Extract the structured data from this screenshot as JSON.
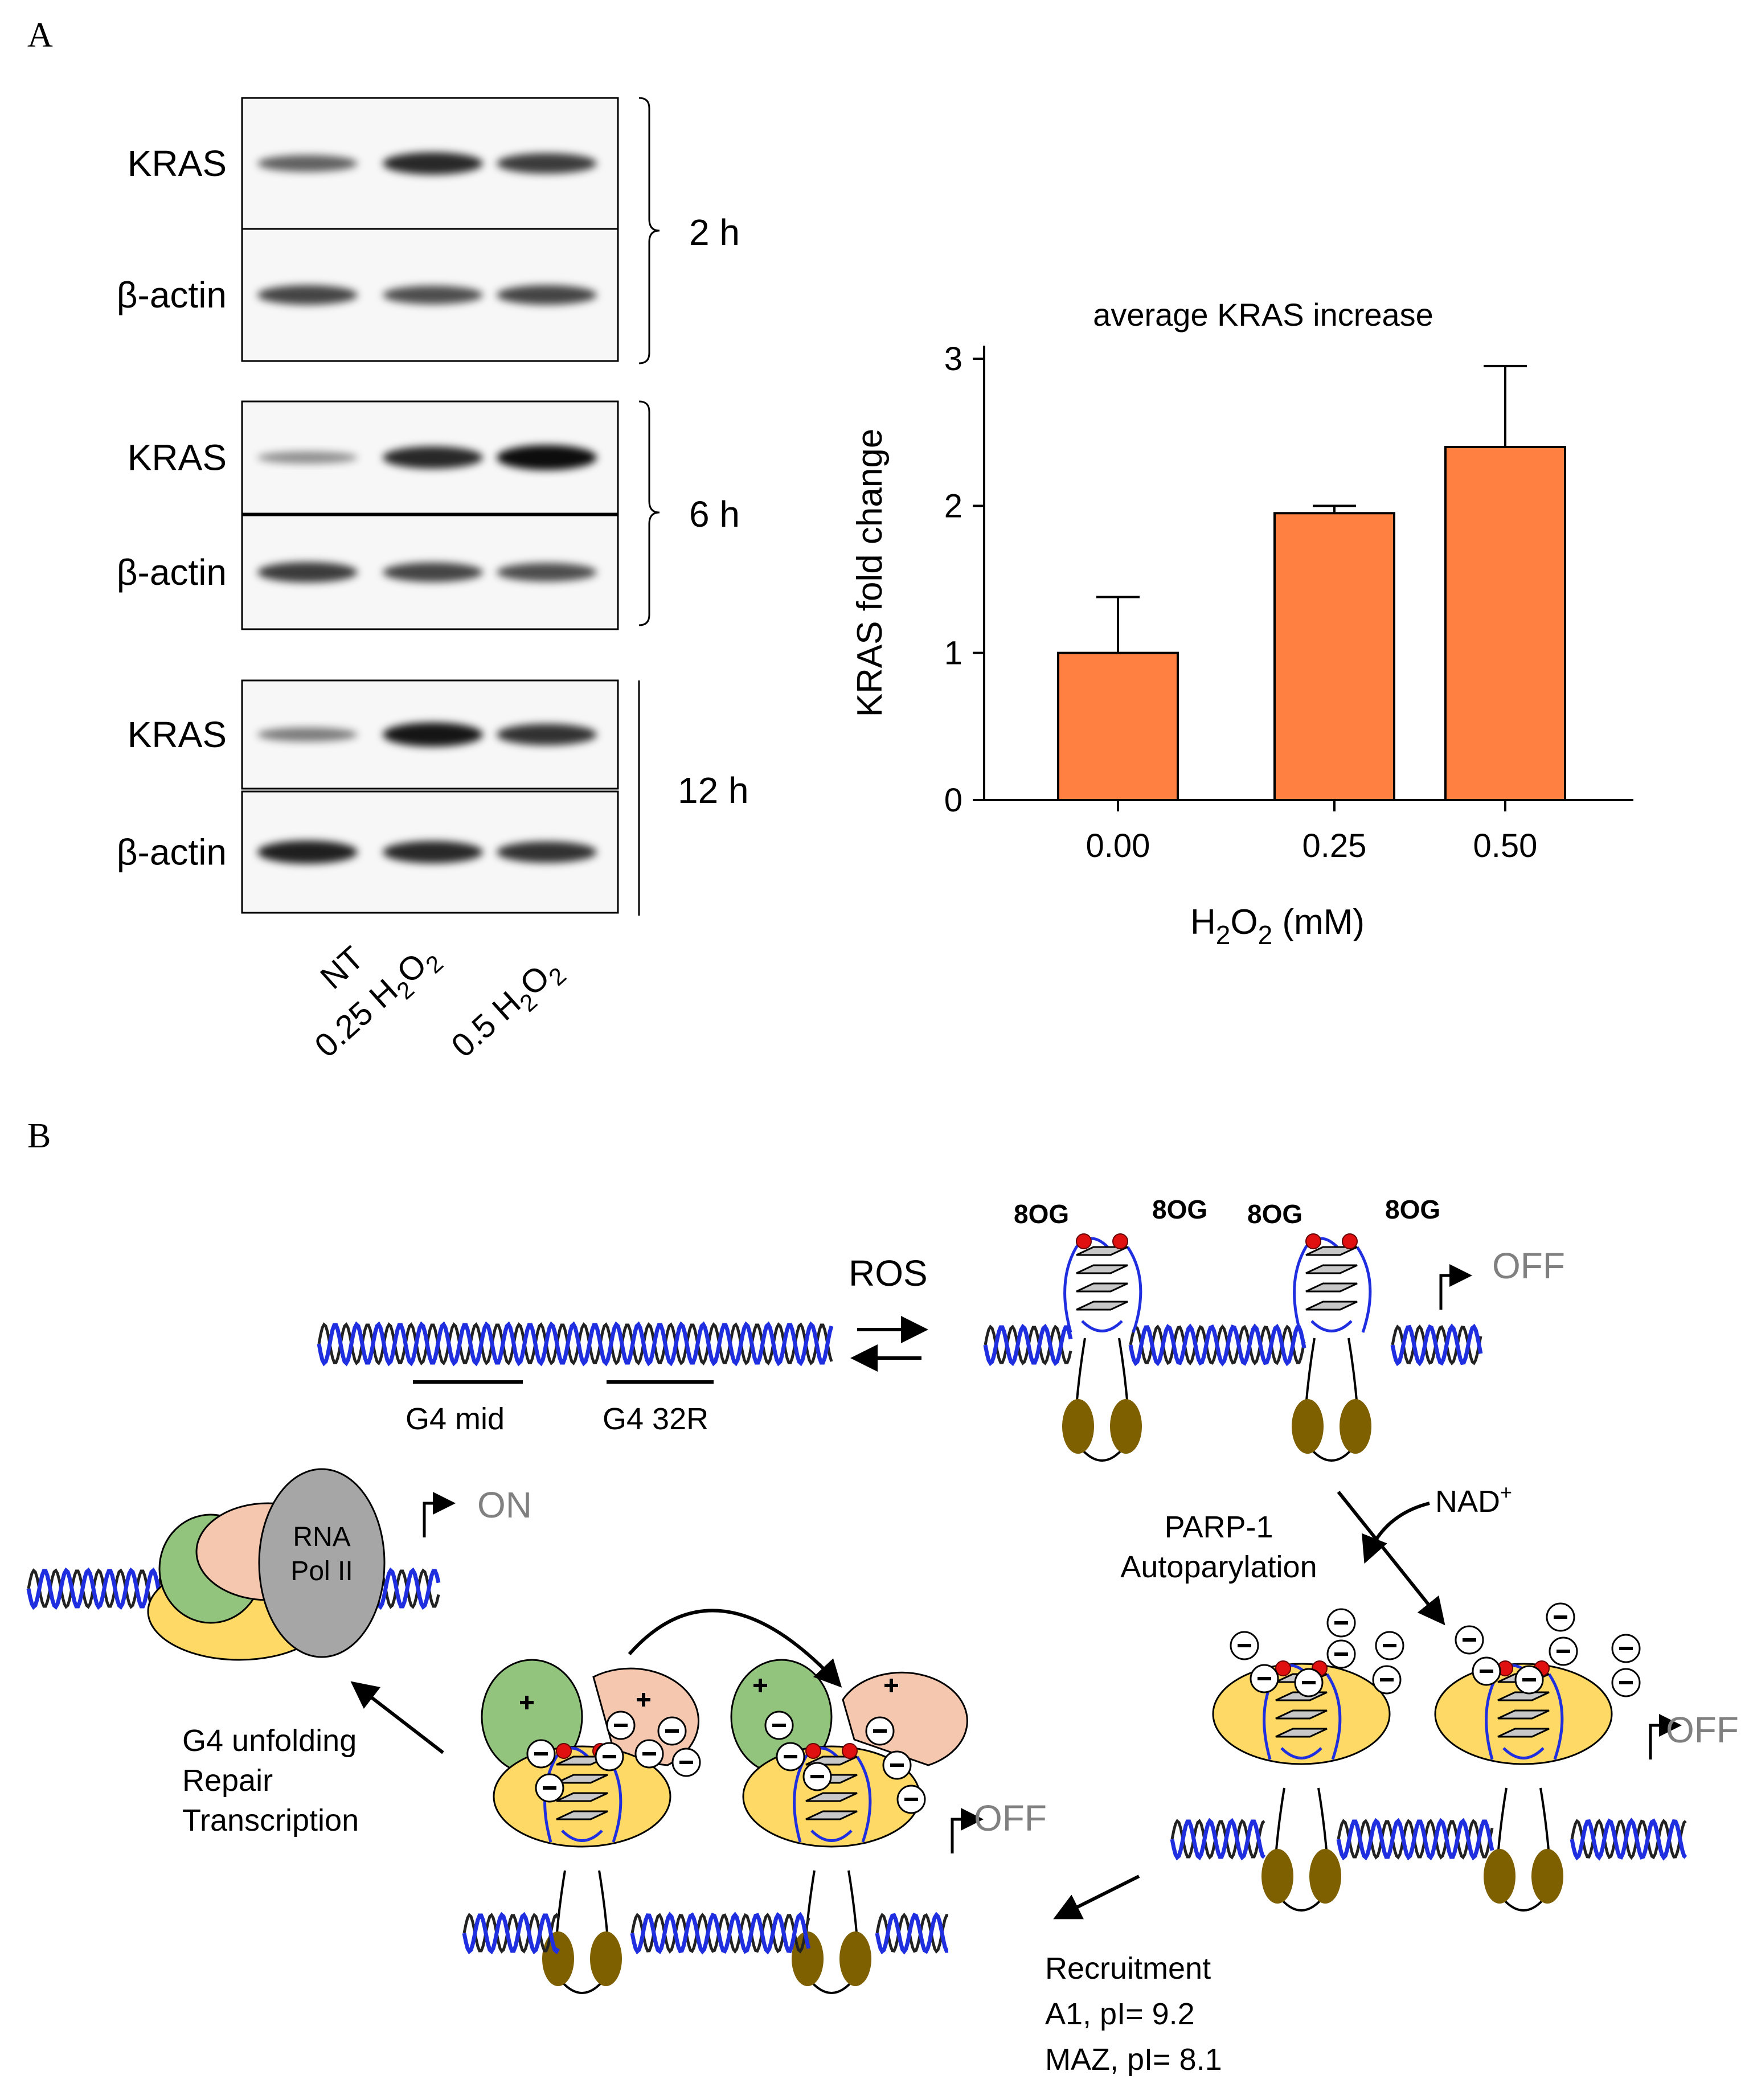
{
  "panel_a": {
    "label": "A",
    "blots": [
      {
        "time": "2 h",
        "rows": [
          {
            "label": "KRAS",
            "bands": [
              0.55,
              0.85,
              0.75
            ]
          },
          {
            "label": "β-actin",
            "bands": [
              0.7,
              0.65,
              0.7
            ]
          }
        ]
      },
      {
        "time": "6 h",
        "rows": [
          {
            "label": "KRAS",
            "bands": [
              0.3,
              0.85,
              1.0
            ]
          },
          {
            "label": "β-actin",
            "bands": [
              0.75,
              0.7,
              0.65
            ]
          }
        ]
      },
      {
        "time": "12 h",
        "rows": [
          {
            "label": "KRAS",
            "bands": [
              0.4,
              0.95,
              0.8
            ]
          },
          {
            "label": "β-actin",
            "bands": [
              0.9,
              0.85,
              0.8
            ]
          }
        ]
      }
    ],
    "lane_labels": [
      {
        "prefix": "NT",
        "sub": "",
        "mid": "",
        "sub2": ""
      },
      {
        "prefix": "0.25 H",
        "sub": "2",
        "mid": "O",
        "sub2": "2"
      },
      {
        "prefix": "0.5 H",
        "sub": "2",
        "mid": "O",
        "sub2": "2"
      }
    ]
  },
  "chart_data": {
    "type": "bar",
    "title": "average KRAS increase",
    "categories": [
      "0.00",
      "0.25",
      "0.50"
    ],
    "values": [
      1.0,
      1.95,
      2.4
    ],
    "errors": [
      0.38,
      0.05,
      0.55
    ],
    "ylabel": "KRAS fold change",
    "xlabel_main": "H",
    "xlabel_sub": "2",
    "xlabel_mid": "O",
    "xlabel_sub2": "2",
    "xlabel_unit": " (mM)",
    "ylim": [
      0,
      3
    ],
    "yticks": [
      "0",
      "1",
      "2",
      "3"
    ],
    "bar_color": "#ff8040"
  },
  "panel_b": {
    "label": "B",
    "ros": "ROS",
    "g4_mid": "G4 mid",
    "g4_32r": "G4 32R",
    "og": "8OG",
    "off": "OFF",
    "on": "ON",
    "parp_line1": "PARP-1",
    "parp_line2": "Autoparylation",
    "nad": "NAD",
    "nad_sup": "+",
    "rna_line1": "RNA",
    "rna_line2": "Pol II",
    "unfold_1": "G4 unfolding",
    "unfold_2": "Repair",
    "unfold_3": "Transcription",
    "recruit_1": "Recruitment",
    "recruit_2": "A1, pI= 9.2",
    "recruit_3": "MAZ, pI= 8.1",
    "colors": {
      "helix_blue": "#1f2fe0",
      "helix_dark": "#222222",
      "oxidized": "#e01010",
      "parp_yellow": "#ffd966",
      "green": "#93c47d",
      "salmon": "#f4c7ae",
      "pol_gray": "#a6a6a6",
      "brown": "#7f6000",
      "status_gray": "#808080"
    }
  }
}
